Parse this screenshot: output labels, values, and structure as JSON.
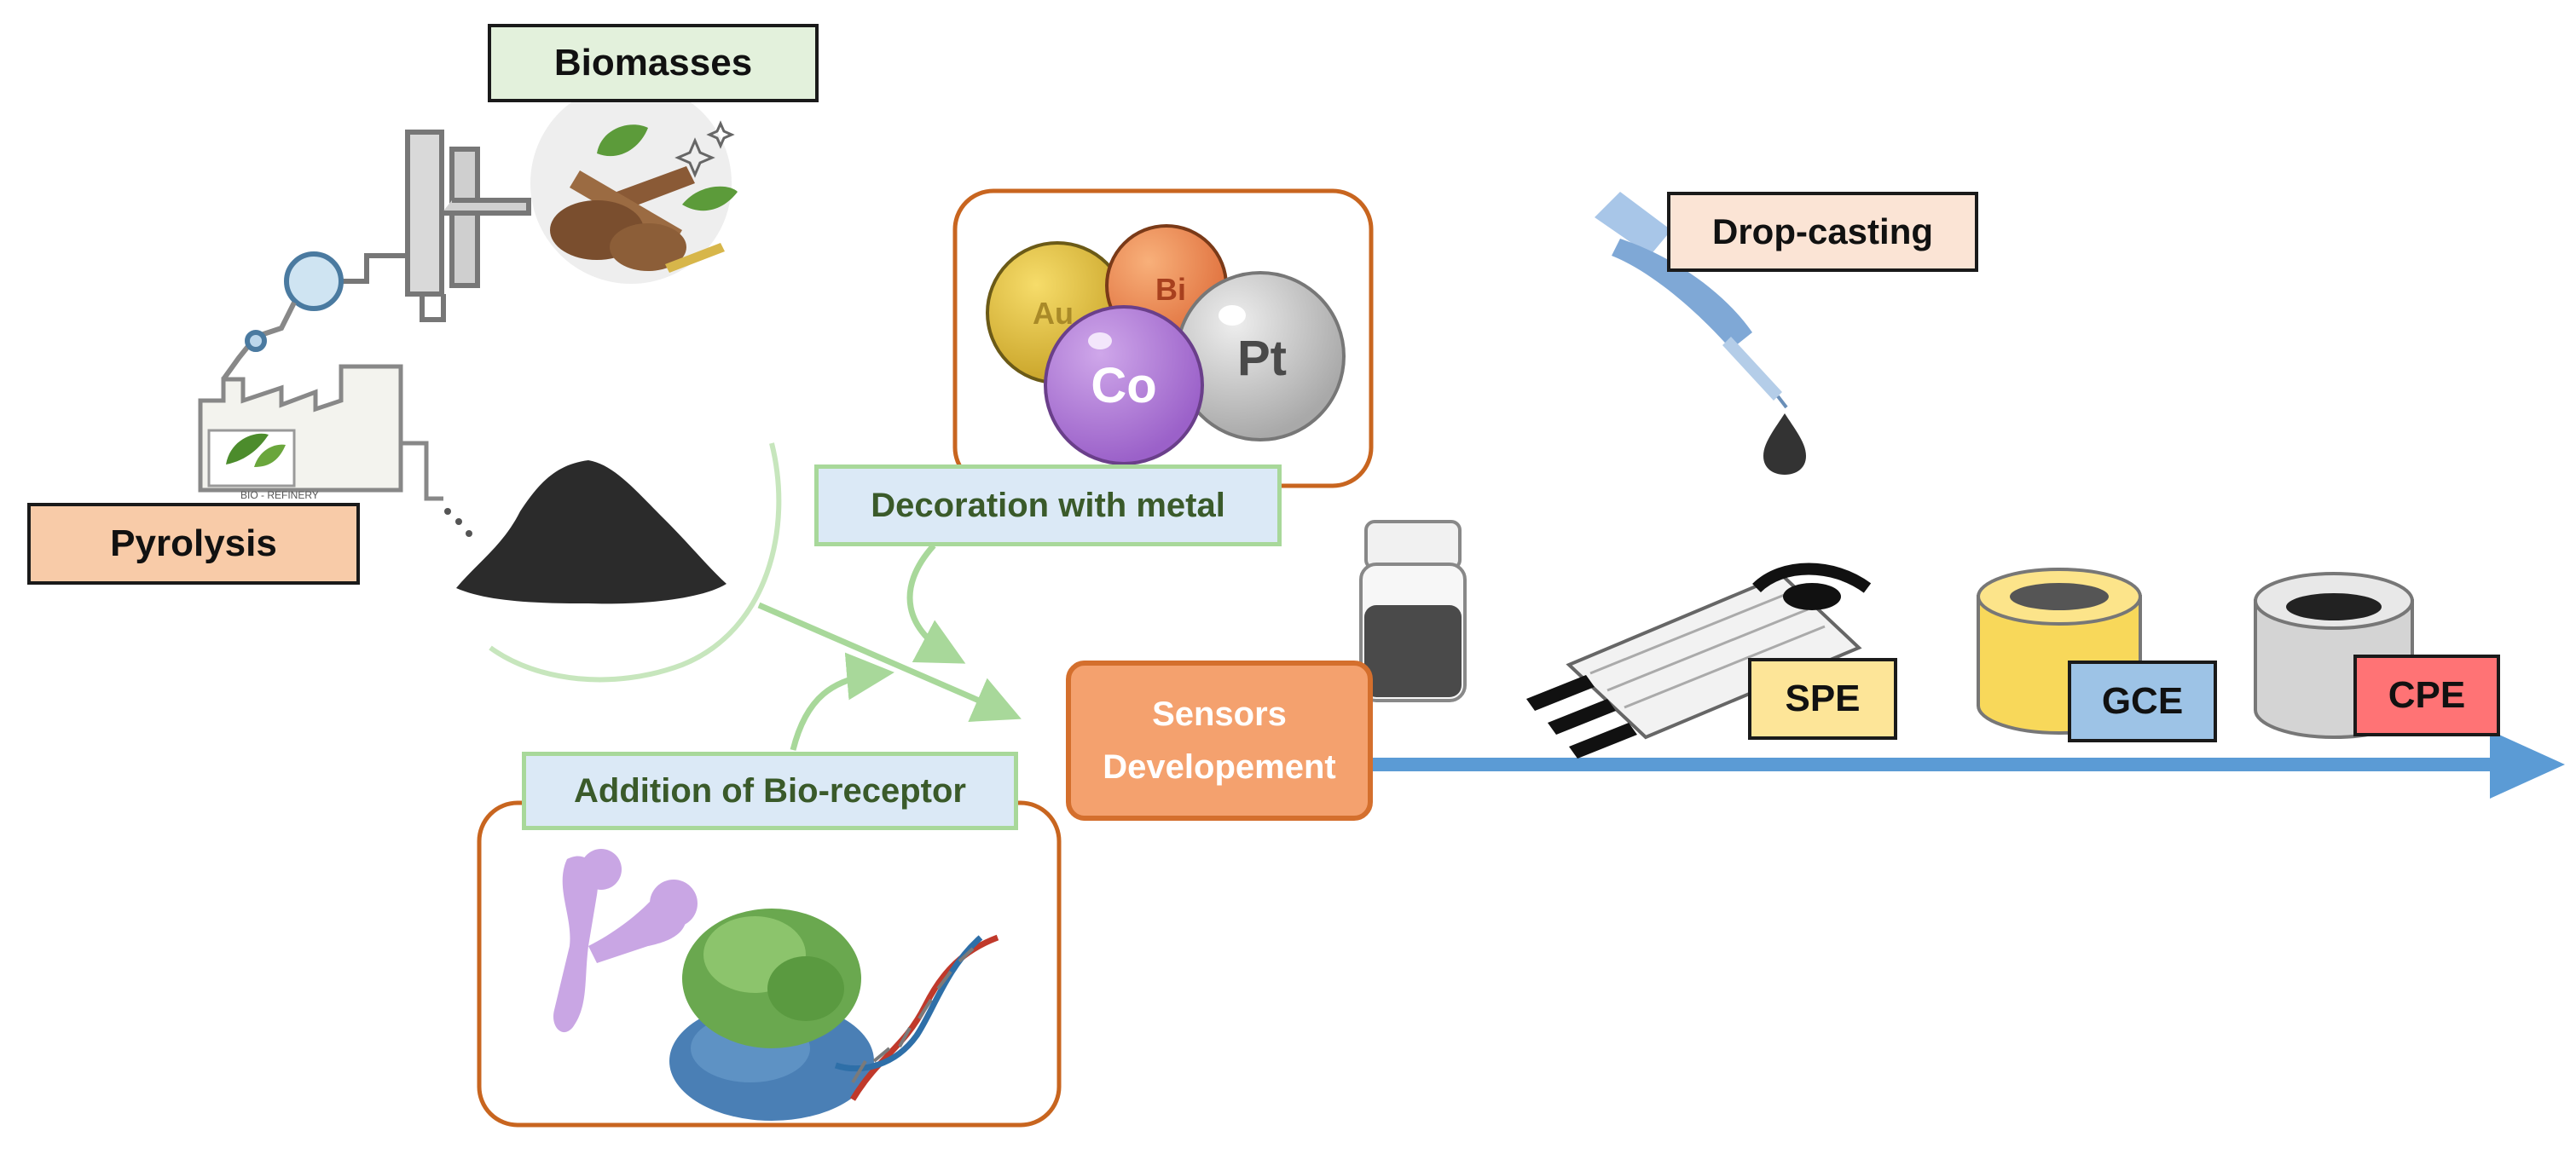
{
  "labels": {
    "biomasses": "Biomasses",
    "pyrolysis": "Pyrolysis",
    "decoration": "Decoration with metal",
    "addition": "Addition of Bio-receptor",
    "sensors_line1": "Sensors",
    "sensors_line2": "Developement",
    "drop_casting": "Drop-casting",
    "spe": "SPE",
    "gce": "GCE",
    "cpe": "CPE"
  },
  "metals": {
    "au": "Au",
    "bi": "Bi",
    "co": "Co",
    "pt": "Pt"
  },
  "plant_text": "BIO - REFINERY",
  "colors": {
    "biomasses_box": "#e3f1dc",
    "pyrolysis_box": "#f8cba8",
    "drop_box": "#fbe4d5",
    "green_label_box": "#dbe9f6",
    "green_border": "#a8d89a",
    "orange_border": "#c8651f",
    "sensor_fill": "#f4a16e",
    "axis_arrow": "#5b9bd5",
    "spe_box": "#fde598",
    "gce_box": "#9dc3e6",
    "cpe_box": "#ff7375"
  }
}
